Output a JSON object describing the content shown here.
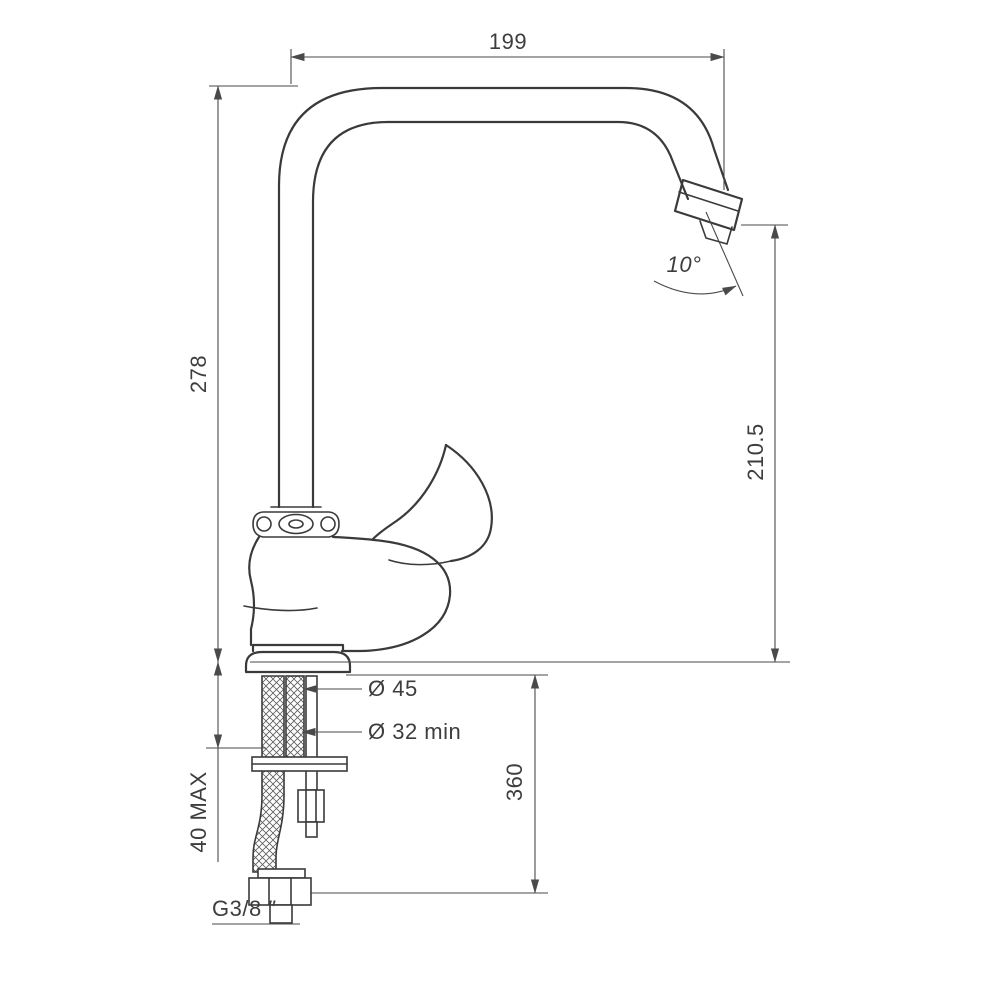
{
  "page": {
    "background": "#ffffff",
    "line_color": "#3a3a3a",
    "dimension_color": "#4a4a4a"
  },
  "drawing": {
    "type": "technical-dimension-drawing",
    "subject": "single-lever kitchen sink mixer faucet with high swivel spout",
    "dimensions": {
      "spout_reach": "199",
      "spout_height": "278",
      "outlet_height": "210.5",
      "outlet_angle": "10°",
      "base_diameter": "Ø 45",
      "hole_diameter": "Ø 32 min",
      "under_counter_length": "360",
      "max_deck_thickness": "40 MAX",
      "connection_thread": "G3/8 ″"
    }
  }
}
